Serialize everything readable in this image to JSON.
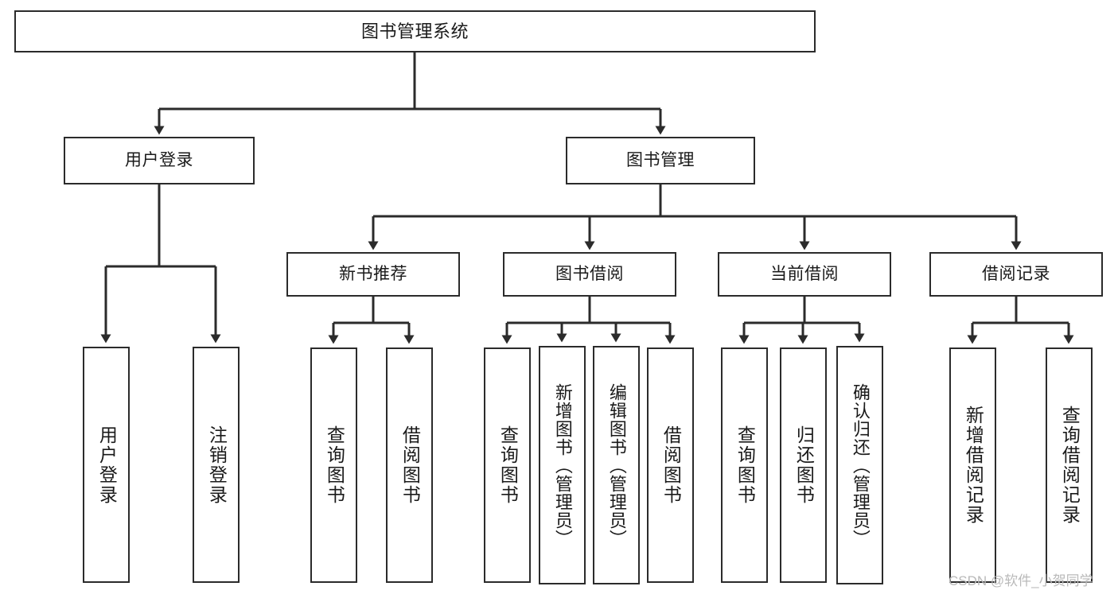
{
  "diagram": {
    "title": "图书管理系统",
    "type": "tree",
    "orientation": "top-down",
    "watermark": "CSDN @软件_小贺同学",
    "colors": {
      "background": "#ffffff",
      "box_fill": "#ffffff",
      "box_stroke": "#2b2b2b",
      "connector": "#2b2b2b",
      "text": "#1a1a1a",
      "watermark": "#b9b9b9"
    }
  },
  "nodes": {
    "root": {
      "label": "图书管理系统"
    },
    "level2": [
      {
        "label": "用户登录"
      },
      {
        "label": "图书管理"
      }
    ],
    "level3": [
      {
        "label": "新书推荐"
      },
      {
        "label": "图书借阅"
      },
      {
        "label": "当前借阅"
      },
      {
        "label": "借阅记录"
      }
    ],
    "leaves_user_login": [
      {
        "label": "用户登录"
      },
      {
        "label": "注销登录"
      }
    ],
    "leaves_new_book": [
      {
        "label": "查询图书"
      },
      {
        "label": "借阅图书"
      }
    ],
    "leaves_borrow": [
      {
        "label": "查询图书"
      },
      {
        "label": "新增图书（管理员）"
      },
      {
        "label": "编辑图书（管理员）"
      },
      {
        "label": "借阅图书"
      }
    ],
    "leaves_current": [
      {
        "label": "查询图书"
      },
      {
        "label": "归还图书"
      },
      {
        "label": "确认归还（管理员）"
      }
    ],
    "leaves_record": [
      {
        "label": "新增借阅记录"
      },
      {
        "label": "查询借阅记录"
      }
    ]
  }
}
